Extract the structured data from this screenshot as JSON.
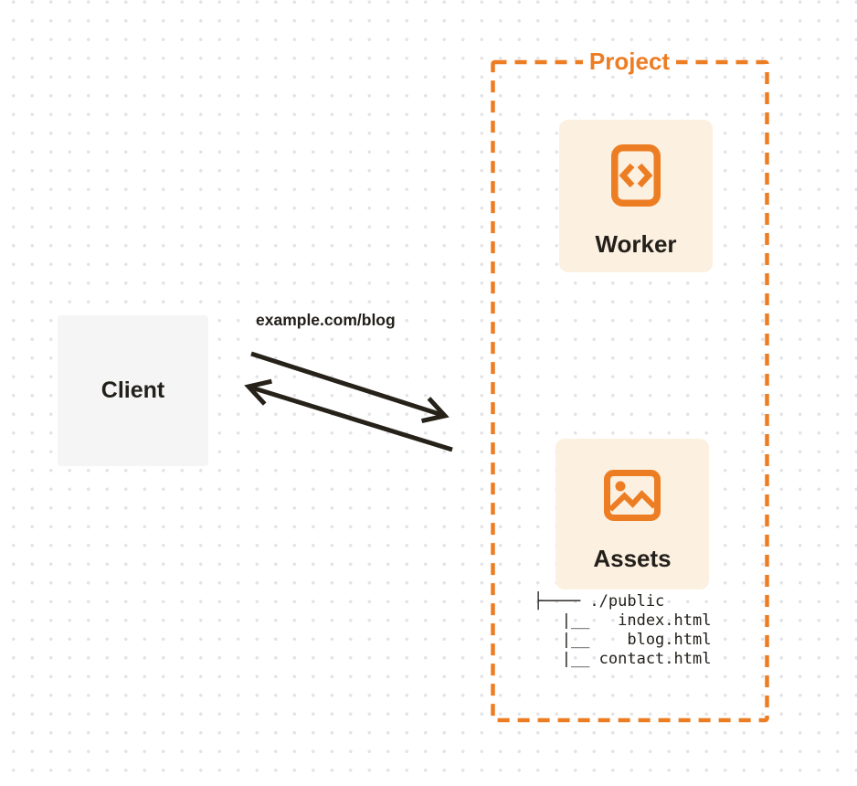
{
  "colors": {
    "accent": "#ED7D23",
    "card-bg": "#FCF0E1",
    "client-bg": "#F5F5F6",
    "ink": "#23201B",
    "arrow": "#262119",
    "dot": "#E3E3E7",
    "canvas-bg": "#FFFFFF"
  },
  "client": {
    "label": "Client"
  },
  "request": {
    "url_label": "example.com/blog"
  },
  "project": {
    "label": "Project",
    "worker": {
      "label": "Worker",
      "icon": "code-document-icon"
    },
    "assets": {
      "label": "Assets",
      "icon": "image-icon"
    },
    "file_tree": "├──── ./public\n   |__   index.html\n   |__    blog.html\n   |__ contact.html"
  }
}
